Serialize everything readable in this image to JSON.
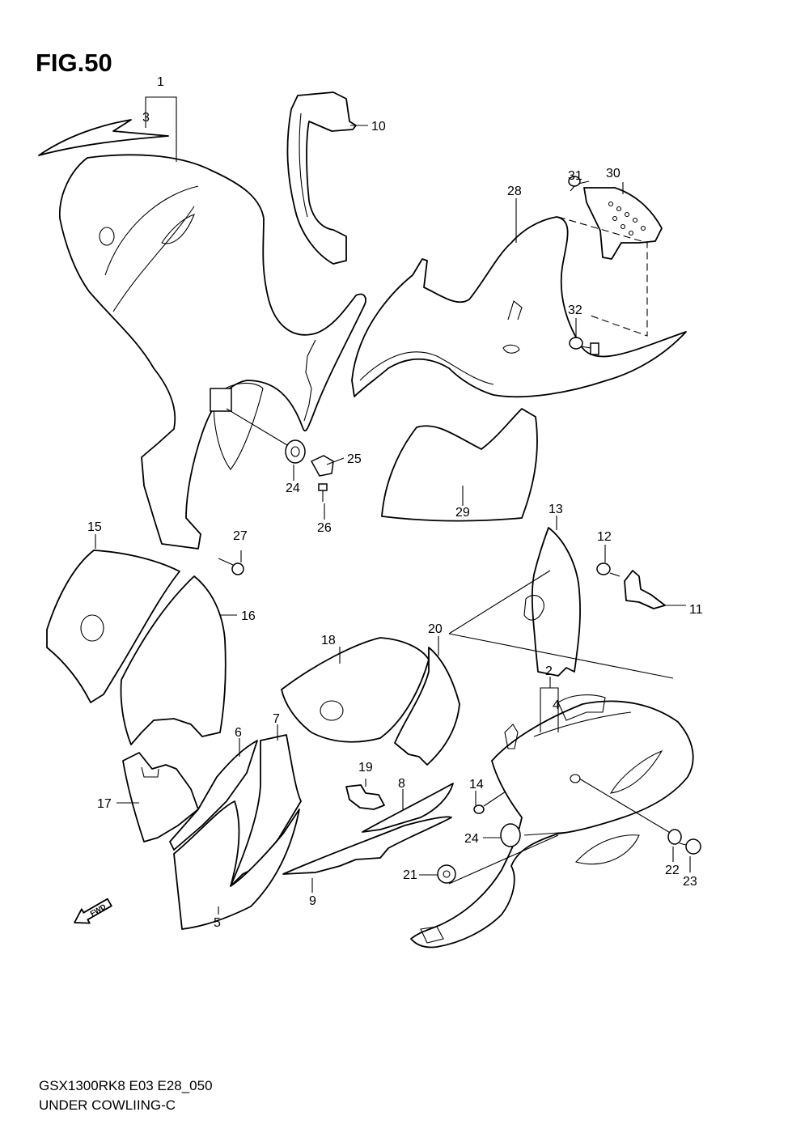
{
  "title": "FIG.50",
  "footer": {
    "code": "GSX1300RK8 E03 E28_050",
    "name": "UNDER COWLIING-C"
  },
  "fwd_label": "FWD",
  "callouts": [
    "1",
    "2",
    "3",
    "4",
    "5",
    "6",
    "7",
    "8",
    "9",
    "10",
    "11",
    "12",
    "13",
    "14",
    "15",
    "16",
    "17",
    "18",
    "19",
    "20",
    "21",
    "22",
    "23",
    "24",
    "24",
    "25",
    "26",
    "27",
    "28",
    "29",
    "30",
    "31",
    "32"
  ]
}
